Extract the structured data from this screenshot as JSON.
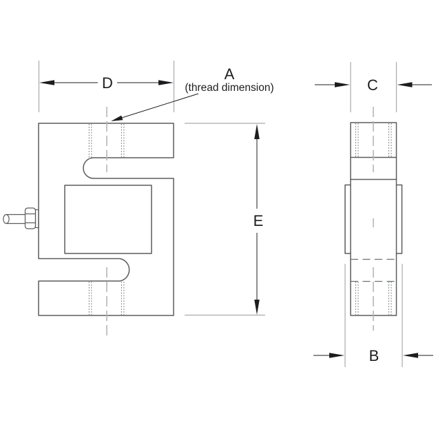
{
  "drawing": {
    "type": "engineering-dimension-drawing",
    "subject": "s-type-load-cell"
  },
  "colors": {
    "background": "#ffffff",
    "line": "#5b5c5e",
    "extension": "#a8aaad",
    "centerline": "#b4b6b8",
    "thread": "#77787a",
    "hidden": "#6e6f71",
    "ink": "#1d1d1f"
  },
  "dimensions": {
    "A": {
      "label": "A",
      "note": "(thread dimension)"
    },
    "B": {
      "label": "B"
    },
    "C": {
      "label": "C"
    },
    "D": {
      "label": "D"
    },
    "E": {
      "label": "E"
    }
  }
}
